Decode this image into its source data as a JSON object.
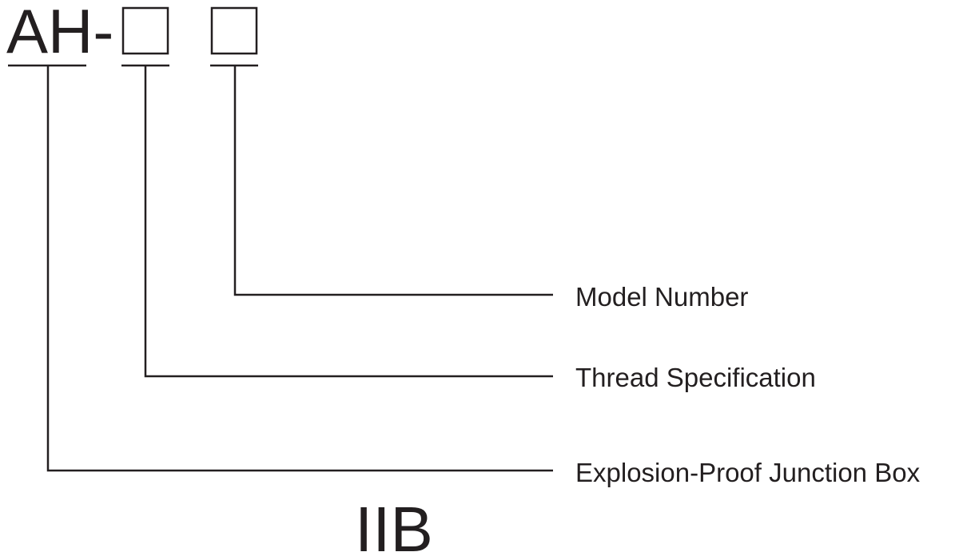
{
  "model_code": {
    "prefix": "AH-",
    "slot_1": "",
    "slot_2": ""
  },
  "labels": {
    "model_number": "Model Number",
    "thread_specification": "Thread Specification",
    "junction_box": "Explosion-Proof Junction Box"
  },
  "footer": {
    "text": "IIB"
  },
  "colors": {
    "ink": "#231f20",
    "background": "#ffffff"
  }
}
